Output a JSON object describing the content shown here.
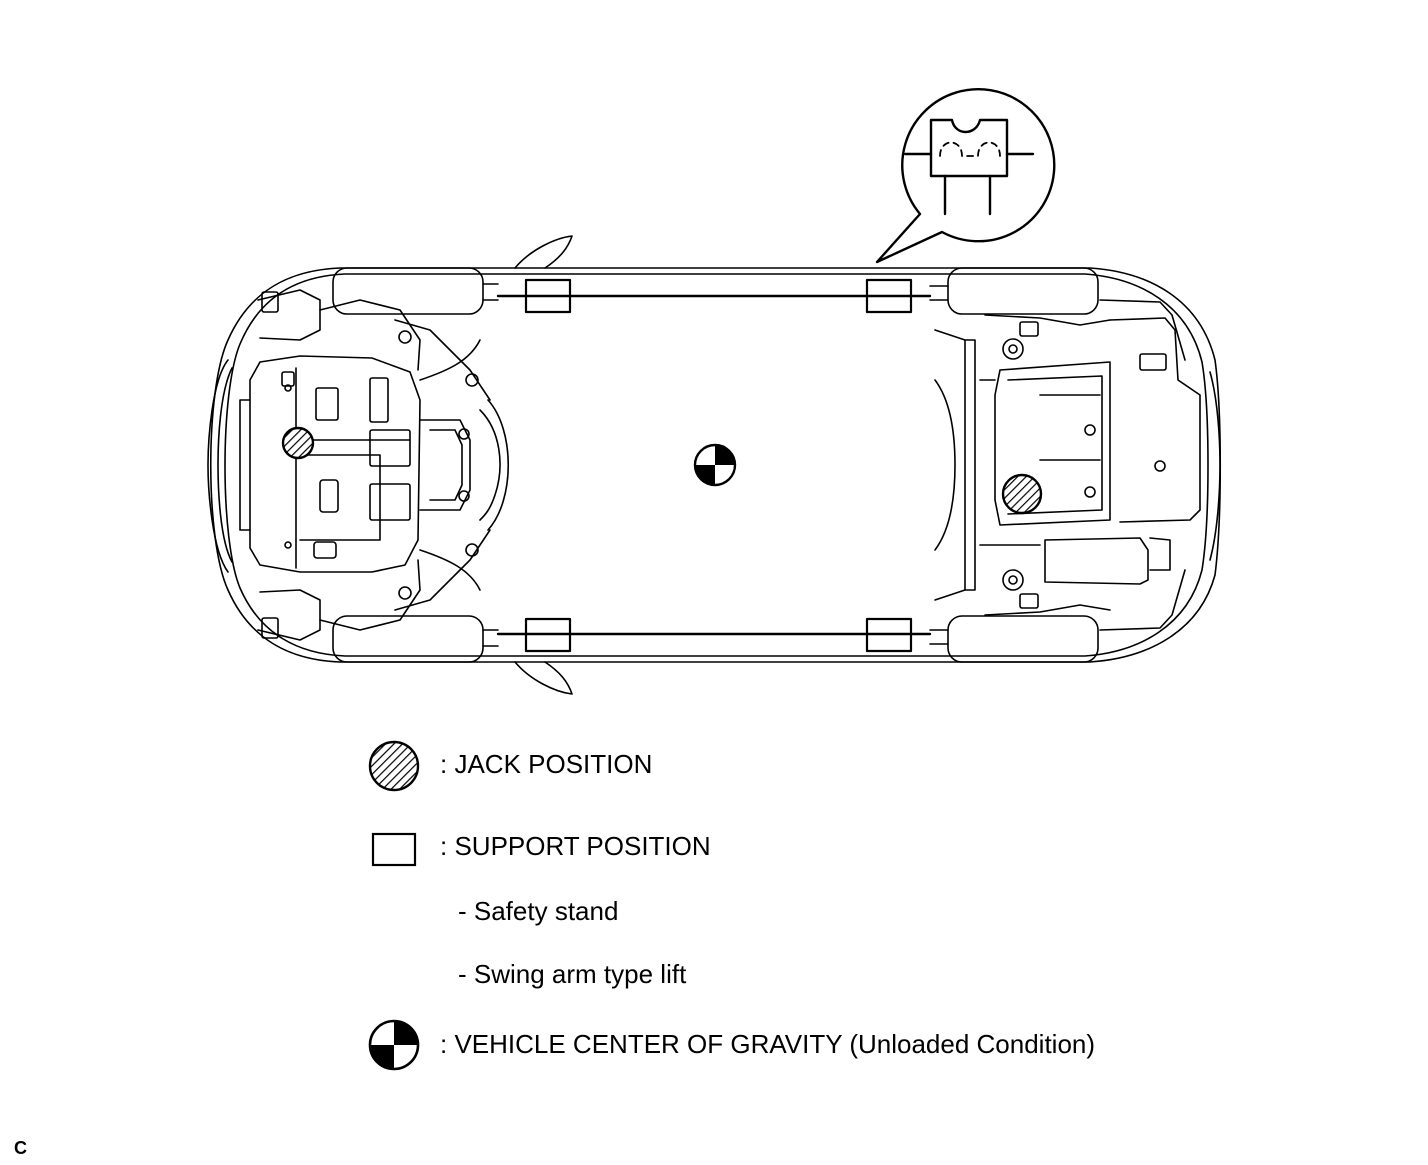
{
  "legend": {
    "jack_position": ": JACK POSITION",
    "support_position": ": SUPPORT POSITION",
    "safety_stand": "- Safety stand",
    "swing_arm_lift": "- Swing arm type lift",
    "center_of_gravity": ": VEHICLE CENTER OF GRAVITY (Unloaded Condition)"
  },
  "corner_code": "C",
  "colors": {
    "line": "#000000",
    "background": "#ffffff"
  },
  "markers": {
    "jack_points": 2,
    "support_points": 4
  }
}
